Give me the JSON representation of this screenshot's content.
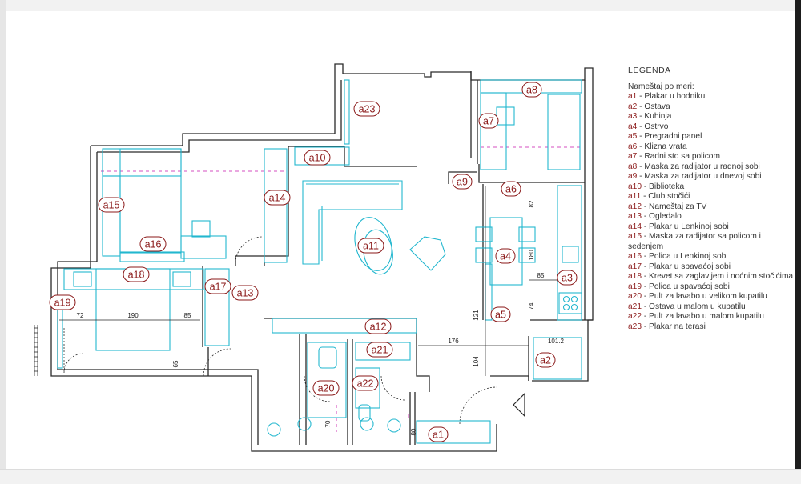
{
  "legend": {
    "title": "LEGENDA",
    "subtitle": "Nameštaj po meri:",
    "items": [
      {
        "code": "a1",
        "text": " - Plakar u hodniku"
      },
      {
        "code": "a2",
        "text": " - Ostava"
      },
      {
        "code": "a3",
        "text": " - Kuhinja"
      },
      {
        "code": "a4",
        "text": " - Ostrvo"
      },
      {
        "code": "a5",
        "text": " - Pregradni panel"
      },
      {
        "code": "a6",
        "text": " - Klizna vrata"
      },
      {
        "code": "a7",
        "text": " - Radni sto sa policom"
      },
      {
        "code": "a8",
        "text": " - Maska za radijator u radnoj sobi"
      },
      {
        "code": "a9",
        "text": " - Maska za radijator u dnevoj sobi"
      },
      {
        "code": "a10",
        "text": " - Biblioteka"
      },
      {
        "code": "a11",
        "text": " - Club stočići"
      },
      {
        "code": "a12",
        "text": " - Nameštaj za TV"
      },
      {
        "code": "a13",
        "text": " - Ogledalo"
      },
      {
        "code": "a14",
        "text": " - Plakar u Lenkinoj sobi"
      },
      {
        "code": "a15",
        "text": " - Maska za radijator sa policom i sedenjem"
      },
      {
        "code": "a16",
        "text": " - Polica u Lenkinoj sobi"
      },
      {
        "code": "a17",
        "text": " - Plakar u spavaćoj sobi"
      },
      {
        "code": "a18",
        "text": " - Krevet sa zaglavljem i noćnim stočićima"
      },
      {
        "code": "a19",
        "text": " - Polica u spavaćoj sobi"
      },
      {
        "code": "a20",
        "text": " - Pult za lavabo u velikom kupatilu"
      },
      {
        "code": "a21",
        "text": " - Ostava u malom u kupatilu"
      },
      {
        "code": "a22",
        "text": " - Pult za lavabo u malom kupatilu"
      },
      {
        "code": "a23",
        "text": " - Plakar na terasi"
      }
    ]
  },
  "plan": {
    "tags": [
      "a23",
      "a8",
      "a7",
      "a10",
      "a9",
      "a6",
      "a15",
      "a14",
      "a11",
      "a16",
      "a4",
      "a3",
      "a18",
      "a17",
      "a13",
      "a19",
      "a5",
      "a12",
      "a21",
      "a2",
      "a20",
      "a22",
      "a1"
    ],
    "dimensions": [
      "72",
      "190",
      "85",
      "65",
      "82",
      "180",
      "85",
      "74",
      "121",
      "104",
      "176",
      "101.2",
      "70",
      "80"
    ]
  },
  "colors": {
    "wall": "#2a2a2a",
    "furniture": "#22b7cf",
    "tag": "#8b1a1a",
    "radiator": "#d64fc0"
  }
}
